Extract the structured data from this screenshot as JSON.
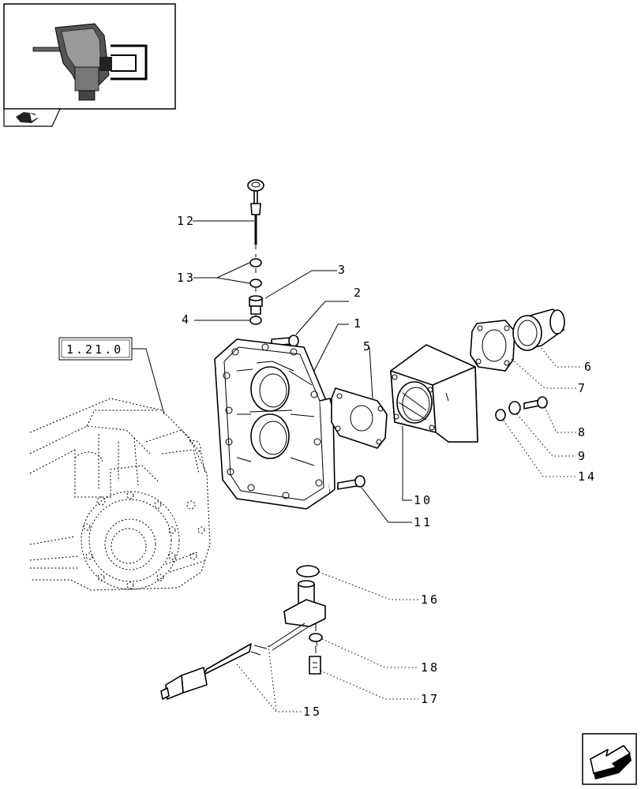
{
  "reference_box_label": "1.21.0",
  "callouts": [
    "12",
    "13",
    "3",
    "4",
    "2",
    "1",
    "5",
    "6",
    "7",
    "8",
    "9",
    "14",
    "10",
    "11",
    "16",
    "18",
    "17",
    "15"
  ],
  "icons": {
    "thumbnail": "assembly-thumbnail-icon",
    "breadcrumb": "book-arrow-icon",
    "navigation": "next-page-arrow-icon"
  }
}
